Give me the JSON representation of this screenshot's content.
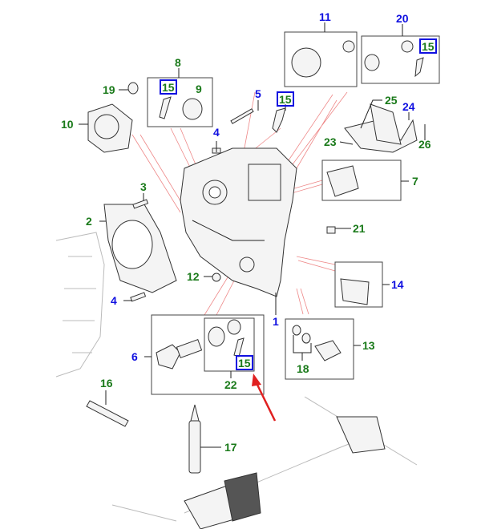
{
  "callouts": {
    "c11": "11",
    "c20": "20",
    "c8": "8",
    "c19": "19",
    "c9": "9",
    "c5": "5",
    "c25": "25",
    "c24": "24",
    "c23": "23",
    "c26": "26",
    "c10": "10",
    "c4a": "4",
    "c7": "7",
    "c3": "3",
    "c2": "2",
    "c21": "21",
    "c12": "12",
    "c14": "14",
    "c4b": "4",
    "c1": "1",
    "c6": "6",
    "c13": "13",
    "c18": "18",
    "c22": "22",
    "c16": "16",
    "c17": "17",
    "c15": "15"
  },
  "colors": {
    "green_label": "#1a7a1a",
    "blue_label": "#1010e0",
    "highlight_box": "#1010e0",
    "arrow": "#e02020"
  }
}
